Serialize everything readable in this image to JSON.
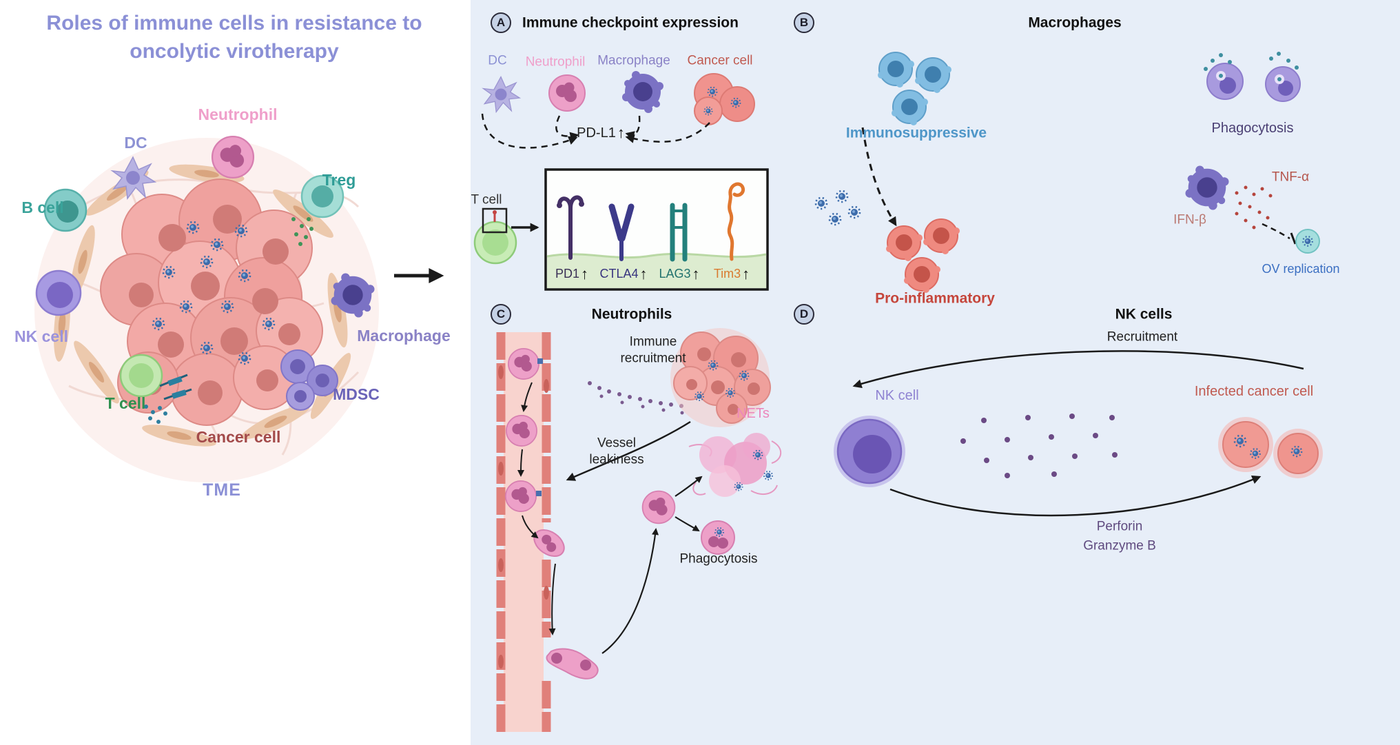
{
  "figure": {
    "title": "Roles of immune cells in resistance to oncolytic virotherapy"
  },
  "icons": {
    "up_arrow": "↑"
  },
  "colors": {
    "title": "#8b90d6",
    "panel_background": "#e7eef8",
    "neutrophil": "#ef9fca",
    "dc": "#8d92d4",
    "treg": "#2e9c96",
    "b_cell": "#3aa39a",
    "nk_cell": "#9b92dc",
    "macrophage": "#8a82c6",
    "mdsc": "#6a63b8",
    "t_cell": "#2f9150",
    "cancer_cell": "#a34a4a",
    "tme": "#8b90d6",
    "panel_title": "#111111",
    "body_text": "#222222",
    "cancer_cell_a": "#c05a50",
    "t_cell_a": "#333333",
    "pd_l1": "#222222",
    "pd1": "#3a2f55",
    "ctla4": "#37337f",
    "lag3": "#20716d",
    "tim3": "#d97a2f",
    "immunosuppressive": "#4e96c8",
    "phagocytosis_label": "#4a3f73",
    "pro_inflammatory": "#c5463c",
    "tnf_alpha": "#b5564c",
    "ifn_beta": "#bb7a74",
    "ov_replication": "#3b6fc2",
    "nets": "#ec86bc",
    "nk_cell_d": "#8f83d2",
    "infected_cancer_cell": "#c05a50",
    "perforin_granzyme": "#5f4a7f"
  },
  "tme": {
    "caption": "TME",
    "labels": {
      "neutrophil": "Neutrophil",
      "dc": "DC",
      "treg": "Treg",
      "b_cell": "B cell",
      "nk_cell": "NK cell",
      "macrophage": "Macrophage",
      "mdsc": "MDSC",
      "t_cell": "T cell",
      "cancer_cell": "Cancer cell"
    }
  },
  "panel_a": {
    "letter": "A",
    "title": "Immune checkpoint expression",
    "cells": {
      "dc": "DC",
      "neutrophil": "Neutrophil",
      "macrophage": "Macrophage",
      "cancer_cell": "Cancer cell"
    },
    "pd_l1": "PD-L1",
    "t_cell": "T cell",
    "receptors": {
      "pd1": "PD1",
      "ctla4": "CTLA4",
      "lag3": "LAG3",
      "tim3": "Tim3"
    }
  },
  "panel_b": {
    "letter": "B",
    "title": "Macrophages",
    "immunosuppressive": "Immunosuppressive",
    "phagocytosis": "Phagocytosis",
    "pro_inflammatory": "Pro-inflammatory",
    "tnf_alpha": "TNF-α",
    "ifn_beta": "IFN-β",
    "ov_replication": "OV replication"
  },
  "panel_c": {
    "letter": "C",
    "title": "Neutrophils",
    "immune_recruitment": "Immune recruitment",
    "vessel_leakiness": "Vessel leakiness",
    "nets": "NETs",
    "phagocytosis": "Phagocytosis"
  },
  "panel_d": {
    "letter": "D",
    "title": "NK cells",
    "recruitment": "Recruitment",
    "nk_cell": "NK cell",
    "infected_cancer_cell": "Infected cancer cell",
    "perforin": "Perforin",
    "granzyme_b": "Granzyme B"
  }
}
